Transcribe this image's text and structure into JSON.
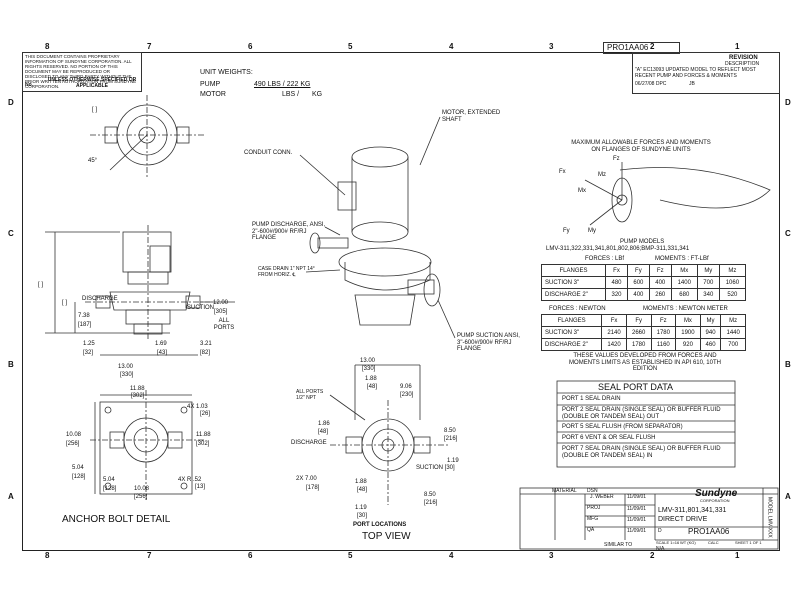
{
  "zones_top": [
    "8",
    "7",
    "6",
    "5",
    "4",
    "3",
    "2",
    "1"
  ],
  "zones_side": [
    "D",
    "C",
    "B",
    "A"
  ],
  "header": {
    "drawing_no_top": "PRO1AA06"
  },
  "proprietary": {
    "notice": "THIS DOCUMENT CONTAINS PROPRIETARY INFORMATION OF SUNDYNE CORPORATION. ALL RIGHTS RESERVED. NO PORTION OF THIS DOCUMENT MAY BE REPRODUCED OR DISCLOSED TO ANY THIRD PARTY WITHOUT THE PRIOR WRITTEN AUTHORIZATION FROM SUNDYNE CORPORATION.",
    "no_label": "No",
    "spec": "UNLESS OTHERWISE SPECIFIED OR APPLICABLE"
  },
  "revision": {
    "title": "REVISION",
    "description_header": "DESCRIPTION",
    "text": "\"A\" EC13093 UPDATED MODEL TO REFLECT MOST RECENT PUMP AND FORCES & MOMENTS",
    "date": "06/27/08 DPC",
    "initials": "JB",
    "letter": "A"
  },
  "unit_weights": {
    "title": "UNIT WEIGHTS:",
    "pump_label": "PUMP",
    "pump_value": "490 LBS / 222 KG",
    "motor_label": "MOTOR",
    "motor_lbs": "LBS /",
    "motor_kg": "KG"
  },
  "callouts": {
    "motor": "MOTOR, EXTENDED SHAFT",
    "conduit": "CONDUIT CONN.",
    "pump_discharge": "PUMP DISCHARGE, ANSI, 2\"-600#/900# RF/RJ FLANGE",
    "case_drain": "CASE DRAIN 1\" NPT 14° FROM HORIZ. ℄",
    "pump_suction": "PUMP SUCTION ANSI, 3\"-600#/900# RF/RJ FLANGE"
  },
  "dimensions": {
    "side_view": {
      "discharge": "DISCHARGE",
      "suction": "SUCTION",
      "d_12": "12.00",
      "d_12_mm": "[305]",
      "all_ports": "ALL PORTS",
      "d_738": "7.38",
      "d_738_mm": "[187]",
      "d_125": "1.25",
      "d_125_mm": "[32]",
      "d_169": "1.69",
      "d_169_mm": "[43]",
      "d_321": "3.21",
      "d_321_mm": "[82]",
      "d_13": "13.00",
      "d_13_mm": "[330]",
      "bracket": "[ ]",
      "deg45": "45°"
    },
    "anchor": {
      "d_1188": "11.88",
      "d_1188_mm": "[302]",
      "d_4x103": "4X 1.03",
      "d_4x103_mm": "[26]",
      "d_1008": "10.08",
      "d_1008_mm": "[256]",
      "d_1188b": "11.88",
      "d_1188b_mm": "[302]",
      "d_504": "5.04",
      "d_504_mm": "[128]",
      "d_504b": "5.04",
      "d_504b_mm": "[128]",
      "d_1008b": "10.08",
      "d_1008b_mm": "[256]",
      "d_4xr": "4X R .52",
      "d_4xr_mm": "[13]",
      "title": "ANCHOR BOLT DETAIL"
    },
    "top_view": {
      "d_13": "13.00",
      "d_13_mm": "[330]",
      "d_188": "1.88",
      "d_188_mm": "[48]",
      "d_906": "9.06",
      "d_906_mm": "[230]",
      "all_ports": "ALL PORTS 1/2\" NPT",
      "d_186": "1.86",
      "d_186_mm": "[48]",
      "d_850": "8.50",
      "d_850_mm": "[216]",
      "d_119": "1.19",
      "discharge": "DISCHARGE",
      "suction": "SUCTION [30]",
      "d_2x7": "2X 7.00",
      "d_2x7_mm": "[178]",
      "d_188b": "1.88",
      "d_188b_mm": "[48]",
      "d_850b": "8.50",
      "d_850b_mm": "[216]",
      "d_119b": "1.19",
      "d_119b_mm": "[30]",
      "port_locations": "PORT LOCATIONS",
      "title": "TOP VIEW"
    }
  },
  "forces": {
    "heading": "MAXIMUM ALLOWABLE FORCES AND MOMENTS ON FLANGES OF SUNDYNE UNITS",
    "axes": {
      "fz": "Fz",
      "mz": "Mz",
      "fx": "Fx",
      "mx": "Mx",
      "fy": "Fy",
      "my": "My"
    },
    "models_title": "PUMP MODELS",
    "models": "LMV-311,322,331,341,801,802,806;BMP-311,331,341",
    "lbf_title_left": "FORCES : LBf",
    "lbf_title_right": "MOMENTS : FT-LBf",
    "columns": [
      "FLANGES",
      "Fx",
      "Fy",
      "Fz",
      "Mx",
      "My",
      "Mz"
    ],
    "lbf_rows": [
      [
        "SUCTION 3\"",
        "480",
        "600",
        "400",
        "1400",
        "700",
        "1060"
      ],
      [
        "DISCHARGE 2\"",
        "320",
        "400",
        "260",
        "680",
        "340",
        "520"
      ]
    ],
    "n_title_left": "FORCES : NEWTON",
    "n_title_right": "MOMENTS : NEWTON METER",
    "n_rows": [
      [
        "SUCTION 3\"",
        "2140",
        "2660",
        "1780",
        "1900",
        "940",
        "1440"
      ],
      [
        "DISCHARGE 2\"",
        "1420",
        "1780",
        "1160",
        "920",
        "460",
        "700"
      ]
    ],
    "note": "THESE VALUES DEVELOPED FROM FORCES AND MOMENTS LIMITS AS ESTABLISHED IN API 610, 10TH EDITION"
  },
  "seal_ports": {
    "title": "SEAL PORT DATA",
    "rows": [
      "PORT 1   SEAL DRAIN",
      "PORT 2   SEAL DRAIN (SINGLE SEAL) OR BUFFER FLUID (DOUBLE OR TANDEM SEAL) OUT",
      "PORT 5   SEAL FLUSH (FROM SEPARATOR)",
      "PORT 6   VENT & OR SEAL FLUSH",
      "PORT 7   SEAL DRAIN (SINGLE SEAL) OR BUFFER FLUID (DOUBLE OR TANDEM SEAL) IN"
    ]
  },
  "title_block": {
    "material": "MATERIAL",
    "dsn": "DSN",
    "dsn_name": "J. WEBER",
    "date1": "11/09/01",
    "proj": "PROJ",
    "date2": "11/09/01",
    "mfg": "MFG",
    "date3": "11/09/01",
    "qa": "QA",
    "date4": "11/09/01",
    "company": "Sundyne",
    "company_sub": "CORPORATION",
    "model": "LMV-311,801,341,331",
    "subtitle": "DIRECT DRIVE",
    "size": "D",
    "drawing_no": "PRO1AA06",
    "scale": "SCALE 1=16",
    "wt": "WT (KG)",
    "calc": "CALC",
    "sheet": "SHEET 1 OF 1",
    "similar_to": "SIMILAR TO",
    "na": "N/A",
    "side_label": "MODEL LMV-XXX"
  }
}
